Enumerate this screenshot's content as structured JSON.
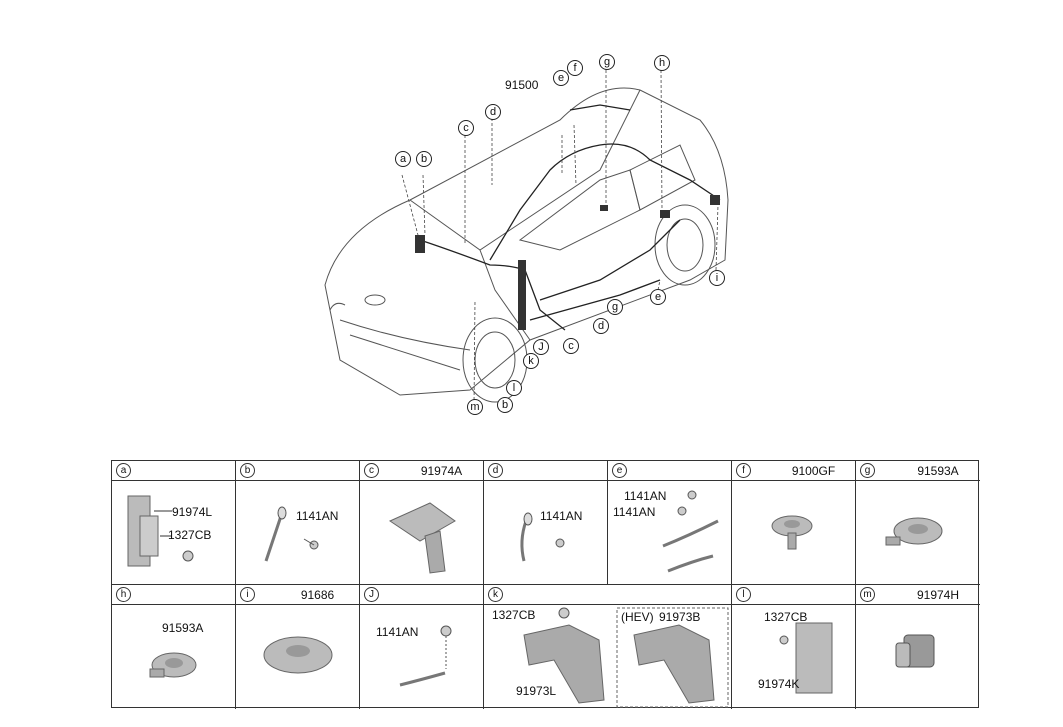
{
  "car": {
    "main_part": "91500",
    "callouts": [
      "a",
      "b",
      "c",
      "d",
      "e",
      "f",
      "g",
      "h",
      "i",
      "e",
      "g",
      "d",
      "c",
      "J",
      "k",
      "l",
      "m",
      "b"
    ]
  },
  "cells": [
    {
      "key": "a",
      "head": "",
      "labels": [
        "91974L",
        "1327CB"
      ]
    },
    {
      "key": "b",
      "head": "",
      "labels": [
        "1141AN"
      ]
    },
    {
      "key": "c",
      "head": "91974A",
      "labels": []
    },
    {
      "key": "d",
      "head": "",
      "labels": [
        "1141AN"
      ]
    },
    {
      "key": "e",
      "head": "",
      "labels": [
        "1141AN",
        "1141AN"
      ]
    },
    {
      "key": "f",
      "head": "9100GF",
      "labels": []
    },
    {
      "key": "g",
      "head": "91593A",
      "labels": []
    },
    {
      "key": "h",
      "head": "",
      "labels": [
        "91593A"
      ]
    },
    {
      "key": "i",
      "head": "91686",
      "labels": []
    },
    {
      "key": "J",
      "head": "",
      "labels": [
        "1141AN"
      ]
    },
    {
      "key": "k",
      "head": "",
      "labels": [
        "1327CB",
        "91973L",
        "(HEV)",
        "91973B"
      ]
    },
    {
      "key": "l",
      "head": "",
      "labels": [
        "1327CB",
        "91974K"
      ]
    },
    {
      "key": "m",
      "head": "91974H",
      "labels": []
    }
  ]
}
